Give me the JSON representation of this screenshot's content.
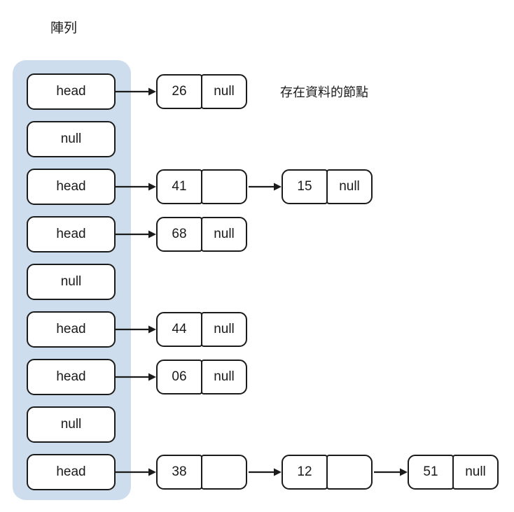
{
  "title": "陣列",
  "annotation": "存在資料的節點",
  "labels": {
    "head": "head",
    "null": "null",
    "empty": ""
  },
  "colors": {
    "panel_background": "#cedded",
    "node_border": "#1b1b1b",
    "node_fill": "#ffffff",
    "text": "#1a1a1a",
    "page_background": "#ffffff"
  },
  "array": {
    "name": "hash-table-bucket-array",
    "slot_count": 9,
    "slots": [
      {
        "index": 0,
        "label": "head",
        "has_list": true
      },
      {
        "index": 1,
        "label": "null",
        "has_list": false
      },
      {
        "index": 2,
        "label": "head",
        "has_list": true
      },
      {
        "index": 3,
        "label": "head",
        "has_list": true
      },
      {
        "index": 4,
        "label": "null",
        "has_list": false
      },
      {
        "index": 5,
        "label": "head",
        "has_list": true
      },
      {
        "index": 6,
        "label": "head",
        "has_list": true
      },
      {
        "index": 7,
        "label": "null",
        "has_list": false
      },
      {
        "index": 8,
        "label": "head",
        "has_list": true
      }
    ]
  },
  "chains": [
    {
      "slot": 0,
      "nodes": [
        {
          "value": "26",
          "next": "null"
        }
      ]
    },
    {
      "slot": 2,
      "nodes": [
        {
          "value": "41",
          "next": ""
        },
        {
          "value": "15",
          "next": "null"
        }
      ]
    },
    {
      "slot": 3,
      "nodes": [
        {
          "value": "68",
          "next": "null"
        }
      ]
    },
    {
      "slot": 5,
      "nodes": [
        {
          "value": "44",
          "next": "null"
        }
      ]
    },
    {
      "slot": 6,
      "nodes": [
        {
          "value": "06",
          "next": "null"
        }
      ]
    },
    {
      "slot": 8,
      "nodes": [
        {
          "value": "38",
          "next": ""
        },
        {
          "value": "12",
          "next": ""
        },
        {
          "value": "51",
          "next": "null"
        }
      ]
    }
  ]
}
